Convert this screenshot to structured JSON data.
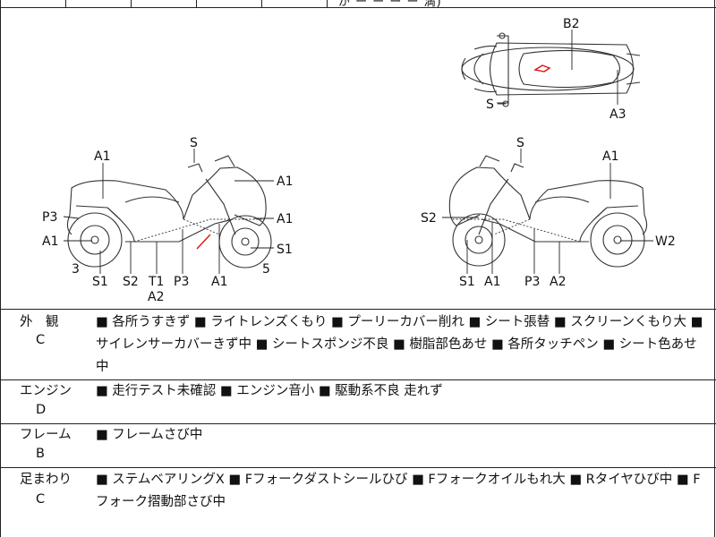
{
  "header": {
    "partial_text": "が ー ー ー ー 満)"
  },
  "diagram": {
    "top_view_labels": {
      "b2": "B2",
      "a3": "A3",
      "s": "S"
    },
    "left_view_labels": {
      "s": "S",
      "a1_top": "A1",
      "a1_front_upper": "A1",
      "a1_front_lower": "A1",
      "p3": "P3",
      "a1_rear": "A1",
      "s1_front": "S1",
      "num_rear": "3",
      "num_front": "5",
      "s1_bottom": "S1",
      "s2_bottom": "S2",
      "t1_bottom": "T1",
      "a2_bottom": "A2",
      "p3_bottom": "P3",
      "a1_bottom": "A1"
    },
    "right_view_labels": {
      "s": "S",
      "a1_top": "A1",
      "s2": "S2",
      "w2": "W2",
      "s1_bottom": "S1",
      "a1_bottom": "A1",
      "p3_bottom": "P3",
      "a2_bottom": "A2"
    }
  },
  "sections": [
    {
      "label": "外　観",
      "grade": "C",
      "text": "■ 各所うすきず ■ ライトレンズくもり ■ プーリーカバー削れ ■ シート張替 ■ スクリーンくもり大 ■ サイレンサーカバーきず中 ■ シートスポンジ不良 ■ 樹脂部色あせ ■ 各所タッチペン ■ シート色あせ中"
    },
    {
      "label": "エンジン",
      "grade": "D",
      "text": "■ 走行テスト未確認 ■ エンジン音小 ■ 駆動系不良 走れず"
    },
    {
      "label": "フレーム",
      "grade": "B",
      "text": "■ フレームさび中"
    },
    {
      "label": "足まわり",
      "grade": "C",
      "text": "■ ステムベアリングX ■ Fフォークダストシールひび ■ Fフォークオイルもれ大 ■ Rタイヤひび中 ■ Fフォーク摺動部さび中"
    }
  ]
}
